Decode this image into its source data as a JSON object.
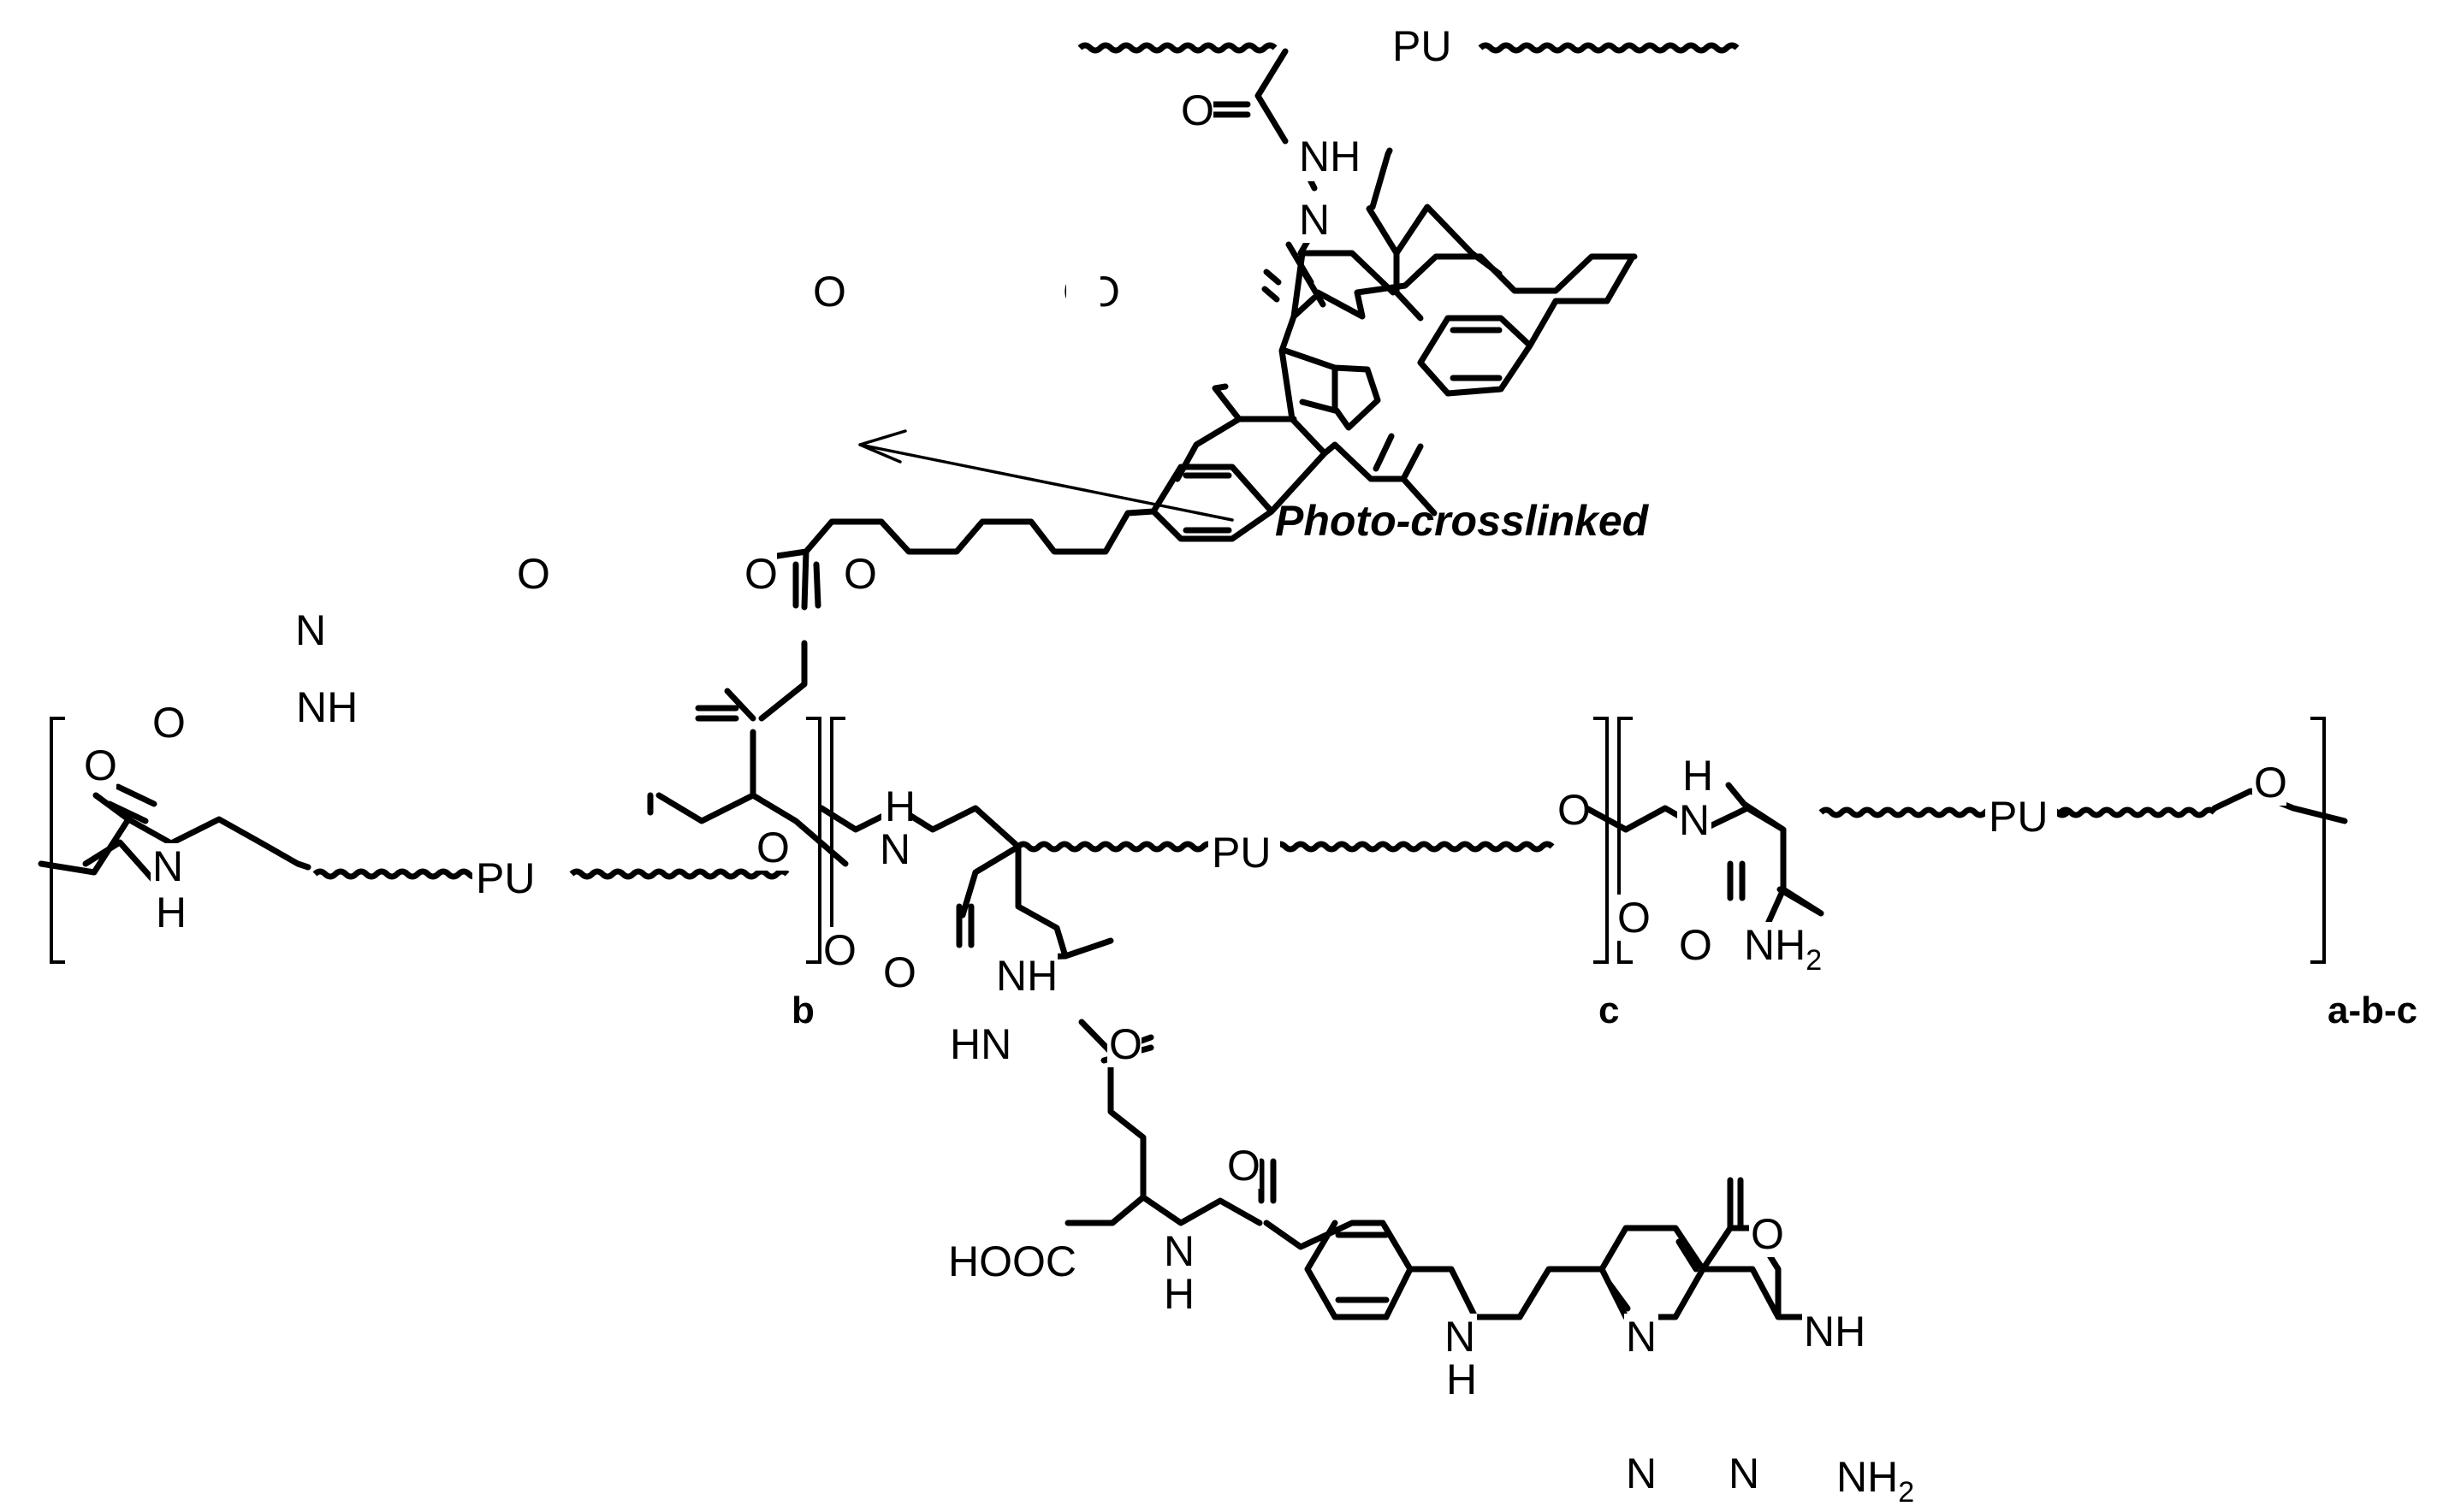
{
  "figure": {
    "annotation": "Photo-crosslinked",
    "repeat_index_b": "b",
    "repeat_index_c": "c",
    "repeat_index_total": "a-b-c",
    "polymer_label": "PU",
    "atoms": {
      "O": "O",
      "N": "N",
      "NH": "NH",
      "H": "H",
      "HN": "HN",
      "NH2_base": "NH",
      "NH2_sub": "2",
      "HOOC": "HOOC"
    }
  }
}
